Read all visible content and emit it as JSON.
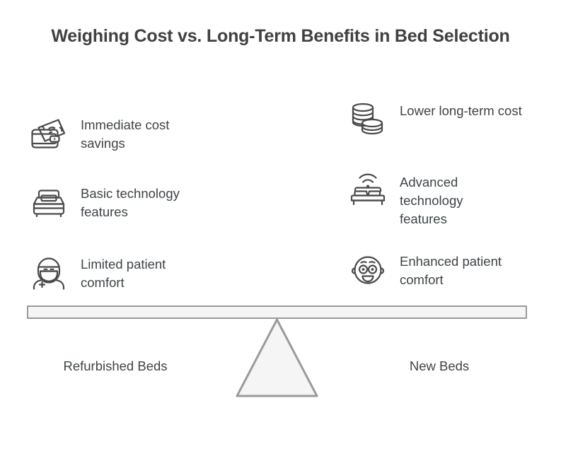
{
  "title": "Weighing Cost vs. Long-Term Benefits in Bed Selection",
  "colors": {
    "background": "#ffffff",
    "title_text": "#404040",
    "body_text": "#3f4447",
    "icon_stroke": "#4a4a4a",
    "beam_fill": "#f5f5f5",
    "beam_stroke": "#9a9a9a",
    "fulcrum_fill": "#f5f5f5",
    "fulcrum_stroke": "#9a9a9a"
  },
  "left_column": {
    "base_label": "Refurbished Beds",
    "items": [
      {
        "icon": "wallet-cash-icon",
        "label": "Immediate cost savings"
      },
      {
        "icon": "single-bed-icon",
        "label": "Basic technology features"
      },
      {
        "icon": "masked-patient-icon",
        "label": "Limited patient comfort"
      }
    ]
  },
  "right_column": {
    "base_label": "New Beds",
    "items": [
      {
        "icon": "coin-stack-icon",
        "label": "Lower long-term cost"
      },
      {
        "icon": "smart-bed-wifi-icon",
        "label": "Advanced technology features"
      },
      {
        "icon": "smiling-face-icon",
        "label": "Enhanced patient comfort"
      }
    ]
  },
  "balance": {
    "beam_name": "balance-beam",
    "fulcrum_name": "balance-fulcrum"
  }
}
